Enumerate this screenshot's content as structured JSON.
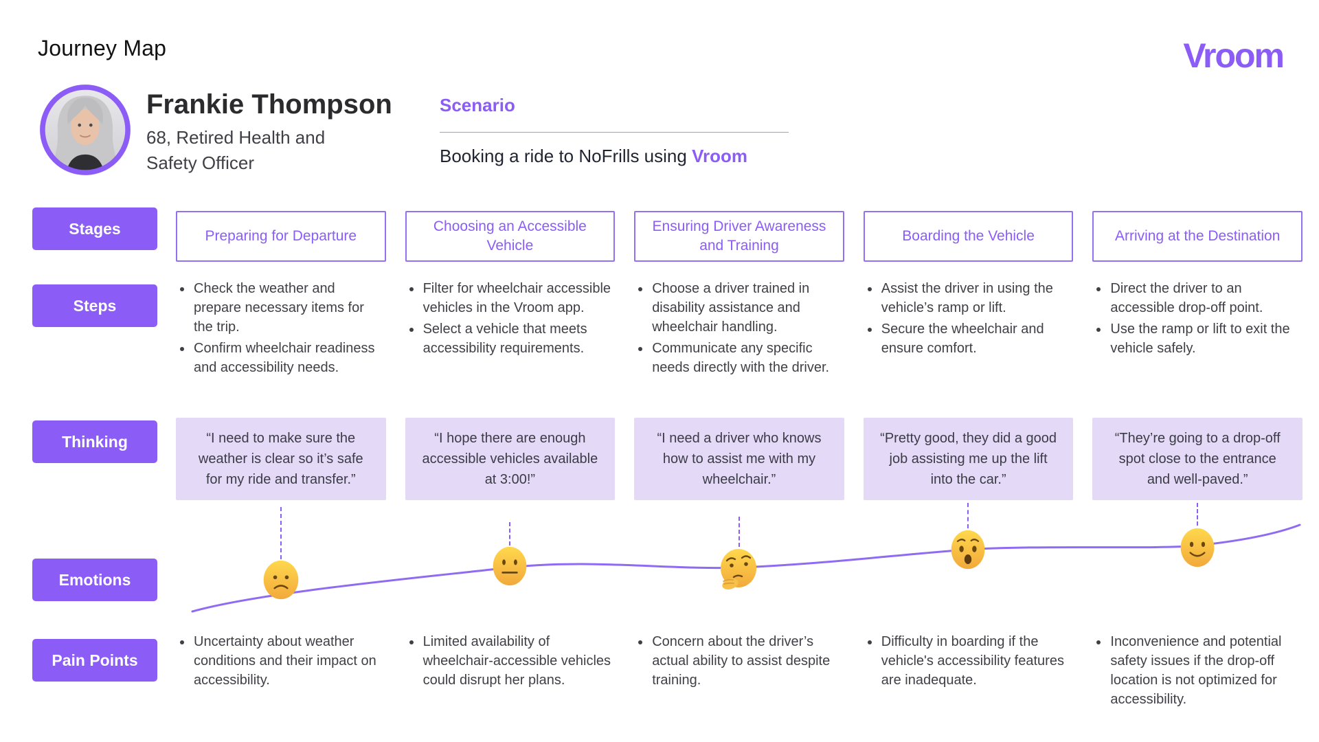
{
  "page": {
    "title": "Journey Map"
  },
  "brand": {
    "logo": "Vroom"
  },
  "persona": {
    "name": "Frankie Thompson",
    "description": "68, Retired Health and Safety Officer"
  },
  "scenario": {
    "label": "Scenario",
    "text_prefix": "Booking a ride to NoFrills using ",
    "highlight": "Vroom"
  },
  "row_labels": {
    "stages": "Stages",
    "steps": "Steps",
    "thinking": "Thinking",
    "emotions": "Emotions",
    "pain_points": "Pain Points"
  },
  "columns": [
    {
      "stage": "Preparing for Departure",
      "steps": [
        "Check the weather and prepare necessary items for the trip.",
        "Confirm wheelchair readiness and accessibility needs."
      ],
      "thinking": "“I need to make sure the weather is clear so it’s safe for my ride and transfer.”",
      "emotion": "slightly-frowning-face",
      "pain_points": [
        "Uncertainty about weather conditions and their impact on accessibility."
      ]
    },
    {
      "stage": "Choosing an Accessible Vehicle",
      "steps": [
        "Filter for wheelchair accessible vehicles in the Vroom app.",
        "Select a vehicle that meets accessibility requirements."
      ],
      "thinking": "“I hope there are enough accessible vehicles available at 3:00!”",
      "emotion": "neutral-face",
      "pain_points": [
        "Limited availability of wheelchair-accessible vehicles could disrupt her plans."
      ]
    },
    {
      "stage": "Ensuring Driver Awareness and Training",
      "steps": [
        "Choose a driver trained in disability assistance and wheelchair handling.",
        "Communicate any specific needs directly with the driver."
      ],
      "thinking": "“I need a driver who knows how to assist me with my wheelchair.”",
      "emotion": "thinking-face",
      "pain_points": [
        "Concern about the driver’s actual ability to assist despite training."
      ]
    },
    {
      "stage": "Boarding the Vehicle",
      "steps": [
        "Assist the driver in using the vehicle’s ramp or lift.",
        "Secure the wheelchair and ensure comfort."
      ],
      "thinking": "“Pretty good, they did a good job assisting me up the lift into the car.”",
      "emotion": "anguished-face",
      "pain_points": [
        "Difficulty in boarding if the vehicle's accessibility features are inadequate."
      ]
    },
    {
      "stage": "Arriving at the Destination",
      "steps": [
        "Direct the driver to an accessible drop-off point.",
        "Use the ramp or lift to exit the vehicle safely."
      ],
      "thinking": "“They’re going to a drop-off spot close to the entrance and well-paved.”",
      "emotion": "slightly-smiling-face",
      "pain_points": [
        "Inconvenience and potential safety issues if the drop-off location is not optimized for accessibility."
      ]
    }
  ],
  "colors": {
    "accent": "#8B5CF6",
    "thinking_box_bg": "#E4DAF8",
    "emotion_line": "#8F6BF2",
    "emoji_yellow": "#FFCC4D",
    "body_text": "#3f3f46"
  }
}
